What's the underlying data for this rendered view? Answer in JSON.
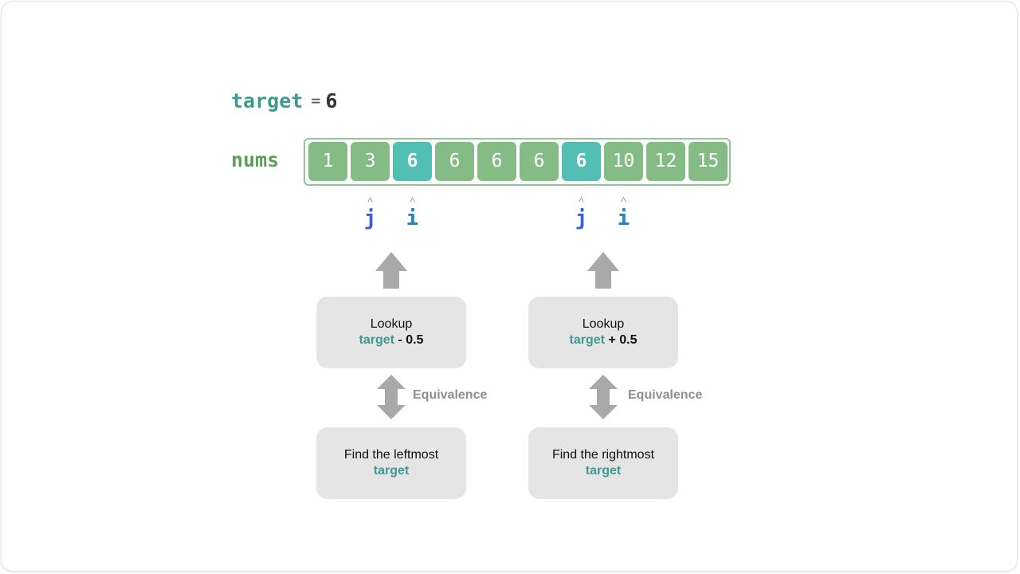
{
  "target_line": {
    "keyword": "target",
    "equals": "=",
    "value": "6"
  },
  "nums": {
    "label": "nums",
    "values": [
      "1",
      "3",
      "6",
      "6",
      "6",
      "6",
      "6",
      "10",
      "12",
      "15"
    ],
    "highlighted_indices": [
      2,
      6
    ]
  },
  "pointers": {
    "left": {
      "j": "j",
      "i": "i",
      "j_index": 1,
      "i_index": 2
    },
    "right": {
      "j": "j",
      "i": "i",
      "j_index": 6,
      "i_index": 7
    }
  },
  "left_panel": {
    "lookup_title": "Lookup",
    "lookup_keyword": "target",
    "lookup_suffix": " - 0.5",
    "equivalence": "Equivalence",
    "find_title": "Find the leftmost",
    "find_keyword": "target"
  },
  "right_panel": {
    "lookup_title": "Lookup",
    "lookup_keyword": "target",
    "lookup_suffix": " + 0.5",
    "equivalence": "Equivalence",
    "find_title": "Find the rightmost",
    "find_keyword": "target"
  },
  "colors": {
    "cell": "#85bc85",
    "cell_highlight": "#52bfb5",
    "target_keyword": "#3e9a8f",
    "nums_label": "#5a9e5a",
    "var_j": "#3a5fd6",
    "var_i": "#1f85c2",
    "arrow": "#a9a9a9",
    "box": "#e5e5e5"
  }
}
